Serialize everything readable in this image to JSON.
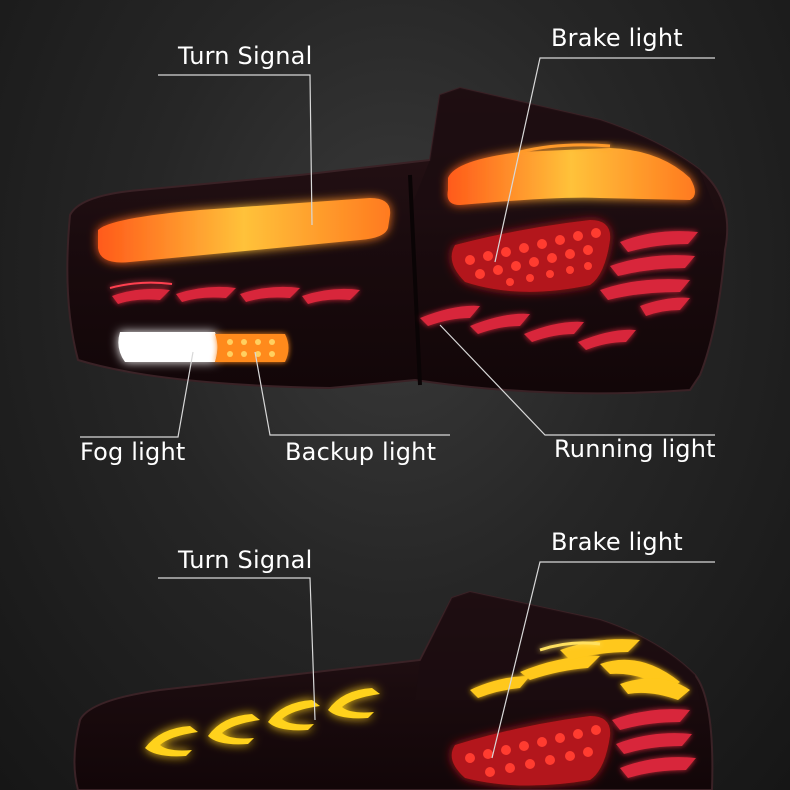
{
  "top_view": {
    "labels": {
      "turn_signal": "Turn Signal",
      "brake_light": "Brake light",
      "fog_light": "Fog light",
      "backup_light": "Backup light",
      "running_light": "Running light"
    }
  },
  "bottom_view": {
    "labels": {
      "turn_signal": "Turn Signal",
      "brake_light": "Brake light"
    }
  },
  "colors": {
    "background": "#262626",
    "housing": "#1a0d10",
    "turn_signal_glow": "#ffb52e",
    "brake_red": "#e0201c",
    "running_red": "#d8283a",
    "fog_white": "#ffffff",
    "backup_amber": "#ff8a1e",
    "sequential_yellow": "#ffd21a",
    "leader_line": "#d8d8d8"
  }
}
